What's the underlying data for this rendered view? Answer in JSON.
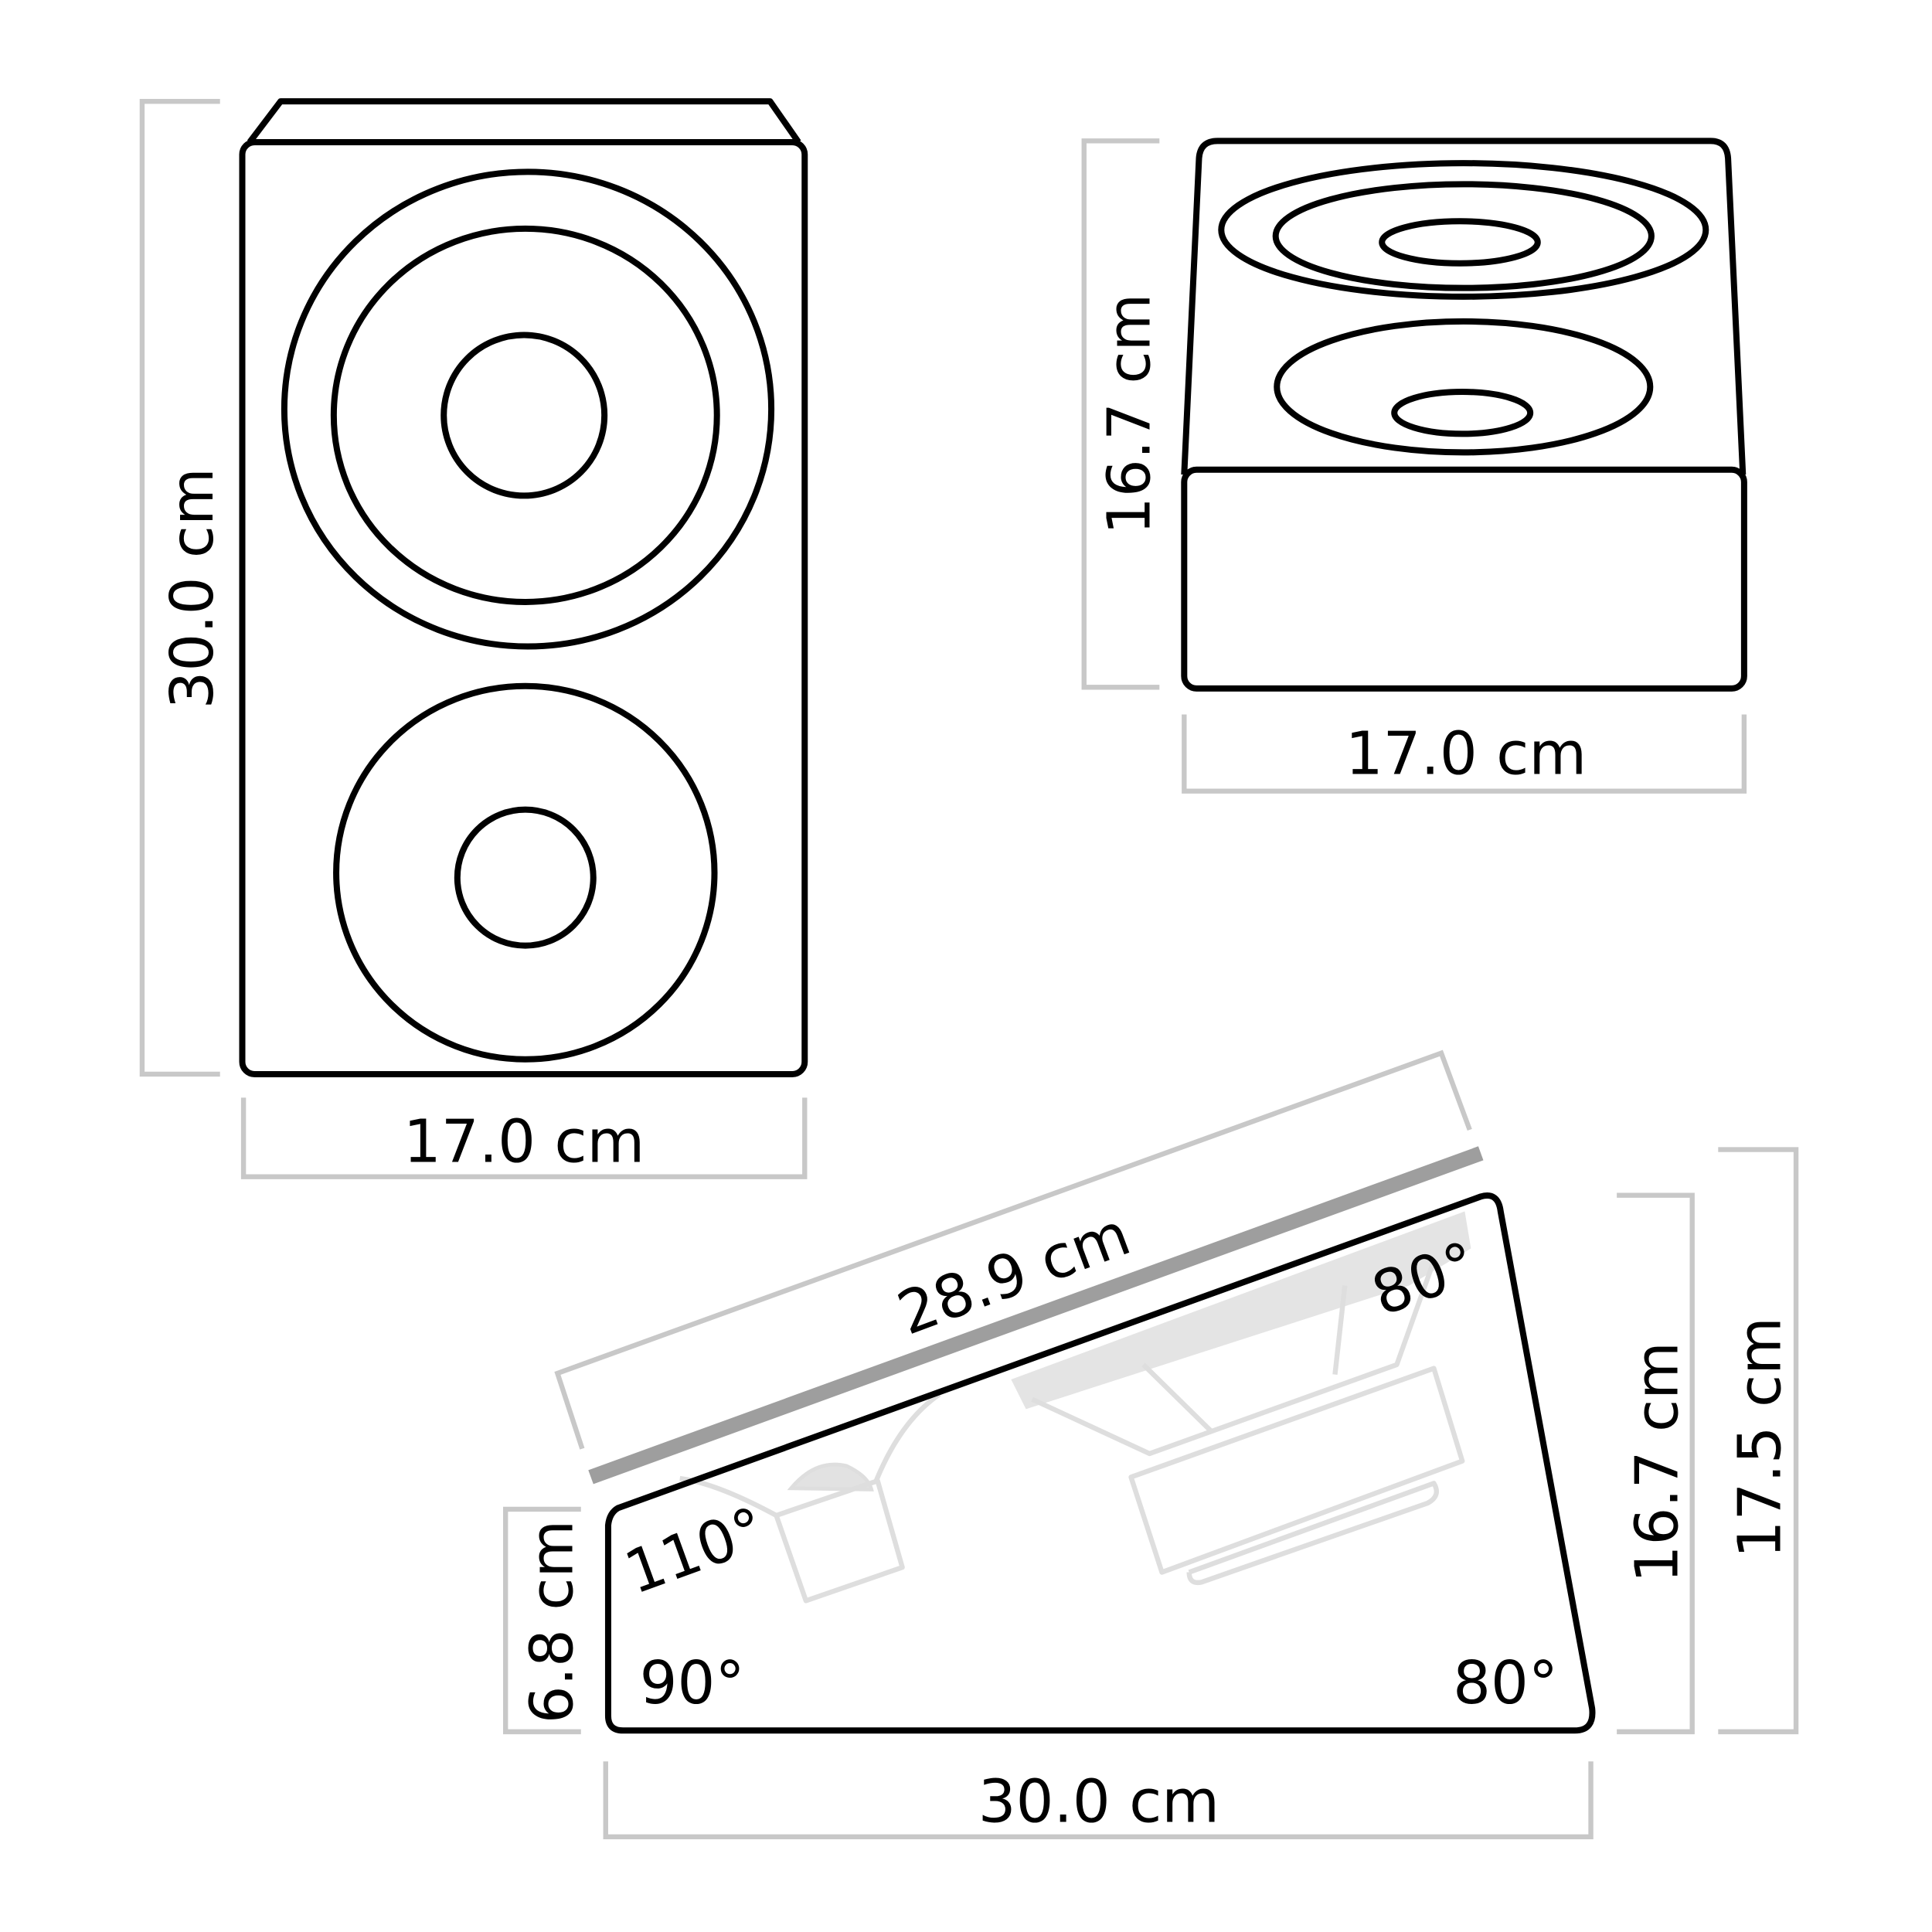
{
  "front_view": {
    "height_label": "30.0 cm",
    "width_label": "17.0 cm"
  },
  "top_view": {
    "depth_label": "16.7 cm",
    "width_label": "17.0 cm"
  },
  "side_view": {
    "baffle_length_label": "28.9 cm",
    "front_height_label": "6.8 cm",
    "back_height_label": "16.7 cm",
    "total_height_label": "17.5 cm",
    "depth_label": "30.0 cm",
    "angles": {
      "top_left": "110°",
      "bottom_left": "90°",
      "top_right": "80°",
      "bottom_right": "80°"
    }
  },
  "colors": {
    "outline": "#000000",
    "dimension_line": "#c8c8c8",
    "ghost_drivers": "#dedede",
    "baffle_bar": "#9e9e9e"
  }
}
